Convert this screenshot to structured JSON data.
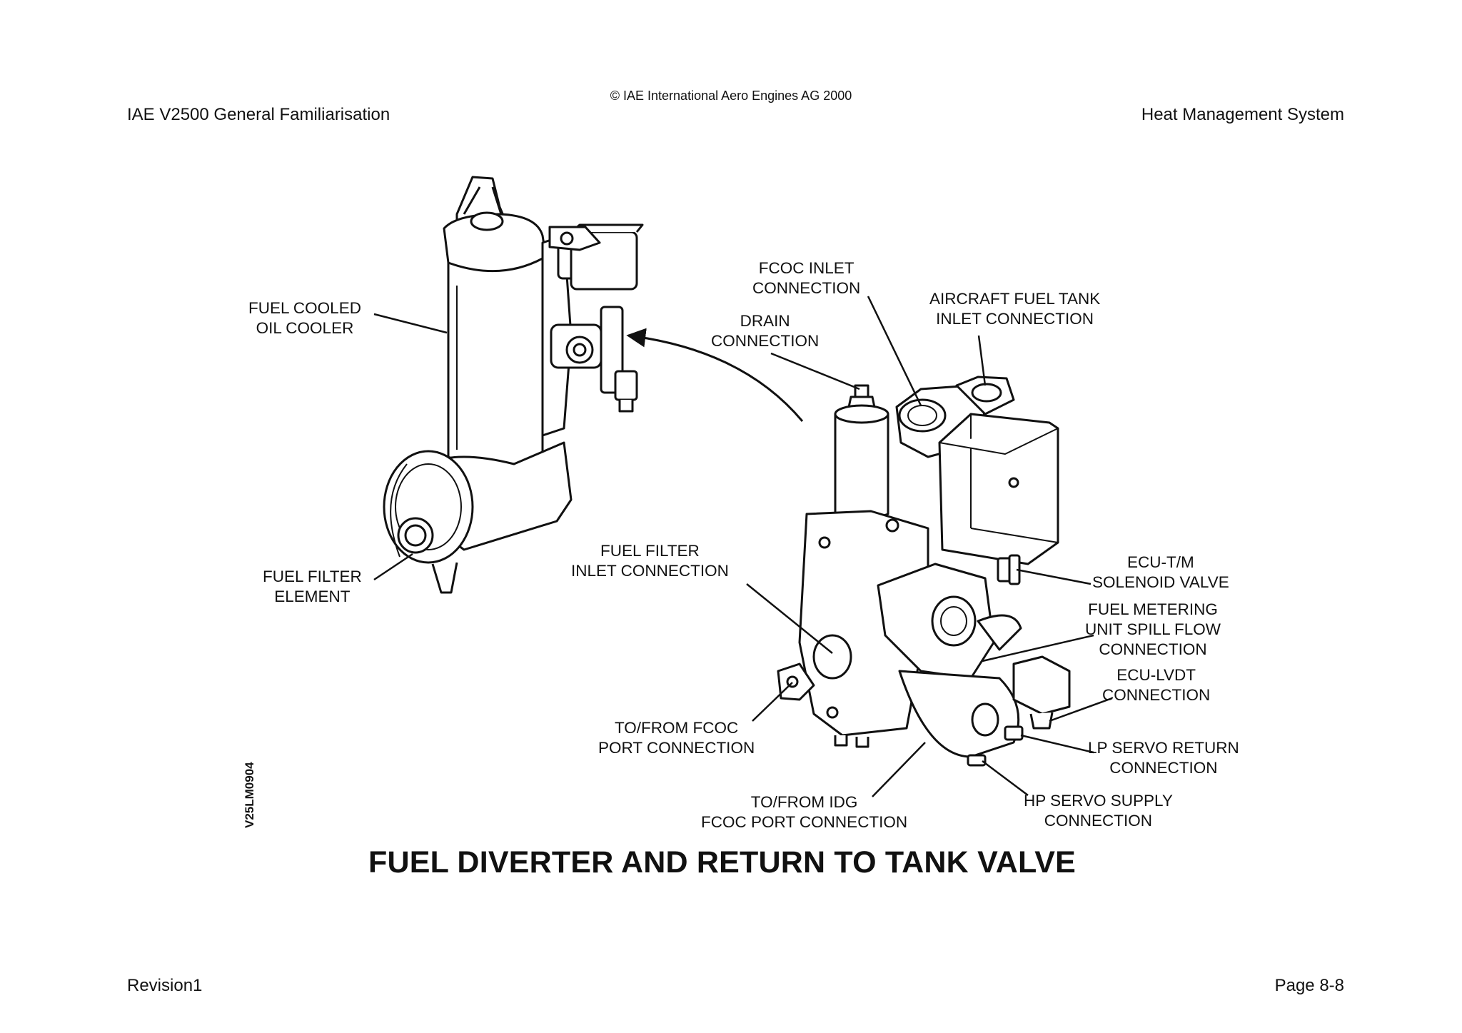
{
  "header": {
    "copyright": "© IAE International Aero Engines AG 2000",
    "left": "IAE V2500 General Familiarisation",
    "right": "Heat Management System"
  },
  "footer": {
    "left": "Revision1",
    "right": "Page 8-8"
  },
  "diagram": {
    "title": "FUEL DIVERTER AND RETURN TO TANK VALVE",
    "reference": "V25LM0904",
    "labels": {
      "fuel_cooled_oil_cooler": [
        "FUEL COOLED",
        "OIL COOLER"
      ],
      "fuel_filter_element": [
        "FUEL FILTER",
        "ELEMENT"
      ],
      "fcoc_inlet": [
        "FCOC INLET",
        "CONNECTION"
      ],
      "drain": [
        "DRAIN",
        "CONNECTION"
      ],
      "aircraft_fuel_tank": [
        "AIRCRAFT FUEL TANK",
        "INLET CONNECTION"
      ],
      "fuel_filter_inlet": [
        "FUEL FILTER",
        "INLET CONNECTION"
      ],
      "ecu_tm": [
        "ECU-T/M",
        "SOLENOID VALVE"
      ],
      "fmu_spill": [
        "FUEL METERING",
        "UNIT SPILL FLOW",
        "CONNECTION"
      ],
      "ecu_lvdt": [
        "ECU-LVDT",
        "CONNECTION"
      ],
      "to_from_fcoc": [
        "TO/FROM FCOC",
        "PORT CONNECTION"
      ],
      "lp_servo": [
        "LP SERVO RETURN",
        "CONNECTION"
      ],
      "to_from_idg": [
        "TO/FROM IDG",
        "FCOC PORT CONNECTION"
      ],
      "hp_servo": [
        "HP SERVO SUPPLY",
        "CONNECTION"
      ]
    }
  }
}
